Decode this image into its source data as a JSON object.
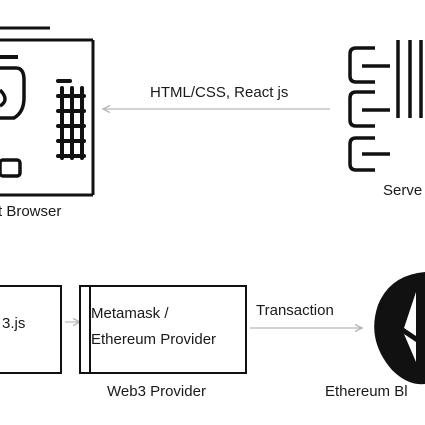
{
  "labels": {
    "browser": "t Browser",
    "html_arrow": "HTML/CSS, React js",
    "server": "Serve",
    "web3js": "3.js",
    "metamask_line1": "Metamask /",
    "metamask_line2": "Ethereum Provider",
    "web3_provider": "Web3 Provider",
    "transaction": "Transaction",
    "ethereum": "Ethereum Bl"
  },
  "colors": {
    "stroke": "#111111",
    "arrow": "#b8b8b8"
  },
  "icons": {
    "browser": "browser-window-icon",
    "user": "user-avatar-icon",
    "server": "server-stack-icon",
    "ethereum": "ethereum-logo-icon"
  }
}
